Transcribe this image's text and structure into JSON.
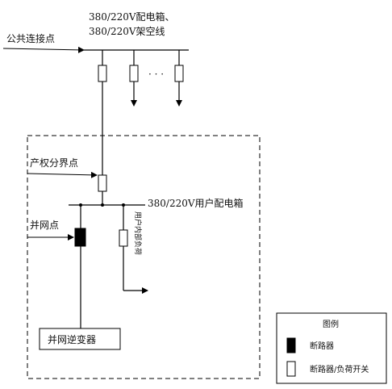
{
  "labels": {
    "public_connection_point": "公共连接点",
    "distribution_box_line1": "380/220V配电箱、",
    "distribution_box_line2": "380/220V架空线",
    "ellipsis": "· · ·",
    "property_boundary_point": "产权分界点",
    "user_distribution_box": "380/220V用户配电箱",
    "grid_connection_point": "并网点",
    "user_internal_load": "用户内部负荷",
    "grid_inverter": "并网逆变器"
  },
  "legend": {
    "title": "图例",
    "items": [
      {
        "symbol": "filled-box",
        "label": "断路器"
      },
      {
        "symbol": "hollow-box",
        "label": "断路器/负荷开关"
      }
    ]
  },
  "colors": {
    "line": "#000000",
    "background": "#ffffff"
  }
}
